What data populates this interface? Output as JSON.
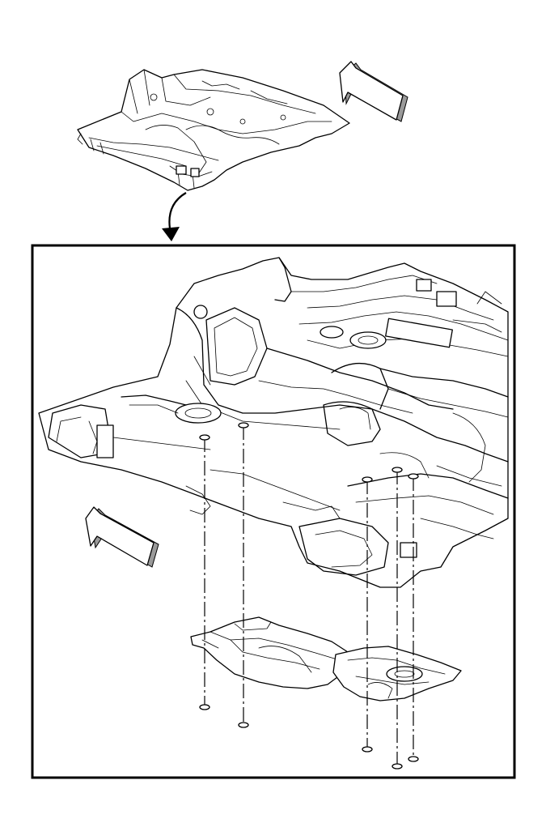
{
  "colors": {
    "ink": "#000000",
    "paper": "#ffffff",
    "shade": "#9a9a9a"
  },
  "icons": [
    "view-direction-arrow",
    "detail-callout-arrow"
  ],
  "fasteners": [
    {
      "part": "left-shield-fastener-1"
    },
    {
      "part": "left-shield-fastener-2"
    },
    {
      "part": "right-shield-fastener-1"
    },
    {
      "part": "right-shield-fastener-2"
    },
    {
      "part": "right-shield-fastener-3"
    }
  ]
}
